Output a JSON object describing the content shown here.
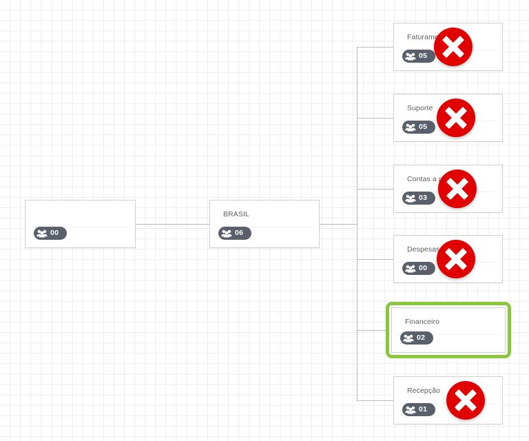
{
  "canvas": {
    "background": "#ffffff",
    "grid_color": "#ececec",
    "edge_color": "#b9b9b9"
  },
  "theme": {
    "badge_bg": "#59606b",
    "badge_text": "#ffffff",
    "card_border": "#cfcfcf",
    "title_color": "#5c5c5c",
    "selected_border": "#8cc63f",
    "disabled_marker": "#e00000"
  },
  "icons": {
    "people": "people-icon",
    "close": "close-x-icon"
  },
  "nodes": {
    "root": {
      "title": "",
      "count": "00",
      "selected": false,
      "blocked": false
    },
    "brasil": {
      "title": "BRASIL",
      "count": "06",
      "selected": false,
      "blocked": false
    },
    "children": [
      {
        "title": "Faturamento",
        "count": "05",
        "selected": false,
        "blocked": true
      },
      {
        "title": "Suporte",
        "count": "05",
        "selected": false,
        "blocked": true
      },
      {
        "title": "Contas a pagar",
        "count": "03",
        "selected": false,
        "blocked": true
      },
      {
        "title": "Despesas",
        "count": "00",
        "selected": false,
        "blocked": true
      },
      {
        "title": "Financeiro",
        "count": "02",
        "selected": true,
        "blocked": false
      },
      {
        "title": "Recepção",
        "count": "01",
        "selected": false,
        "blocked": true
      }
    ]
  }
}
